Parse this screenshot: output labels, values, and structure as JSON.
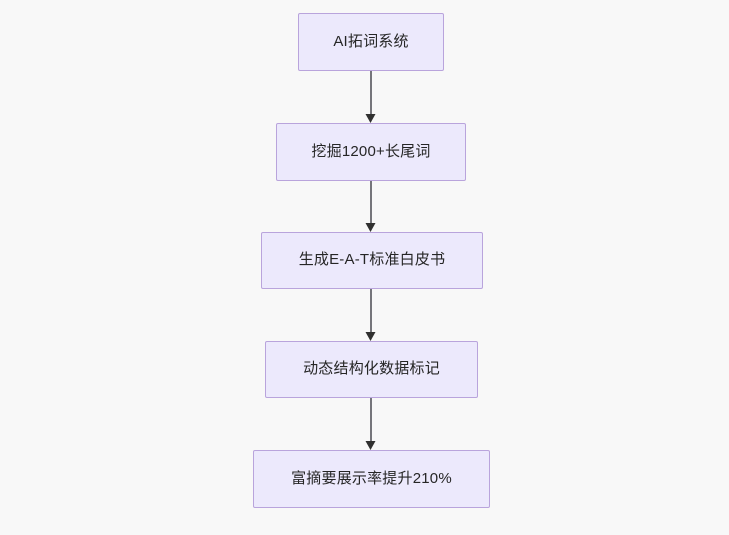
{
  "diagram": {
    "type": "flowchart",
    "direction": "top-to-bottom",
    "background_color": "#f8f8f8",
    "node_fill_color": "#ece9fc",
    "node_border_color": "#b9a4dc",
    "node_text_color": "#262626",
    "edge_color": "#75757b",
    "arrowhead_color": "#303030",
    "nodes": [
      {
        "id": "n0",
        "label": "AI拓词系统"
      },
      {
        "id": "n1",
        "label": "挖掘1200+长尾词"
      },
      {
        "id": "n2",
        "label": "生成E-A-T标准白皮书"
      },
      {
        "id": "n3",
        "label": "动态结构化数据标记"
      },
      {
        "id": "n4",
        "label": "富摘要展示率提升210%"
      }
    ],
    "edges": [
      {
        "from": "n0",
        "to": "n1",
        "label": ""
      },
      {
        "from": "n1",
        "to": "n2",
        "label": ""
      },
      {
        "from": "n2",
        "to": "n3",
        "label": ""
      },
      {
        "from": "n3",
        "to": "n4",
        "label": ""
      }
    ]
  }
}
